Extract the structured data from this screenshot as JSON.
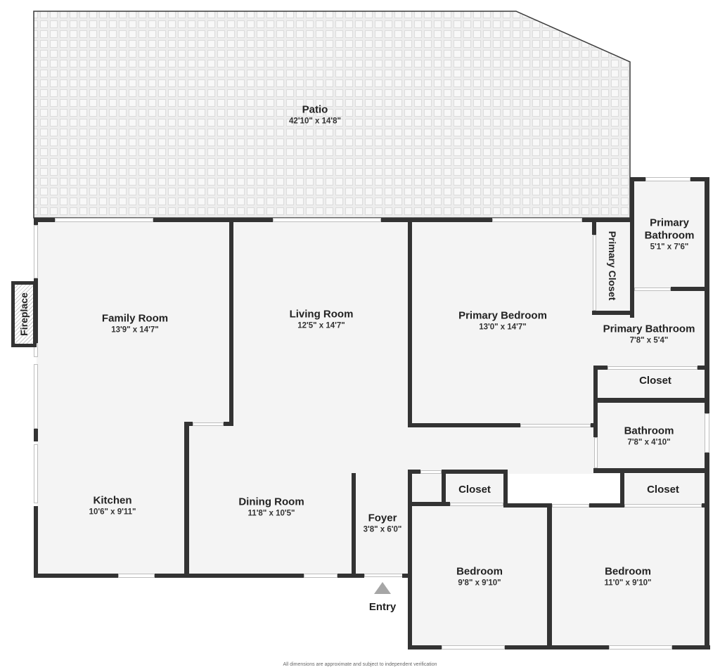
{
  "plan": {
    "rooms": [
      {
        "id": "patio",
        "name": "Patio",
        "dims": "42'10\" x 14'8\""
      },
      {
        "id": "family-room",
        "name": "Family Room",
        "dims": "13'9\" x 14'7\""
      },
      {
        "id": "living-room",
        "name": "Living Room",
        "dims": "12'5\" x 14'7\""
      },
      {
        "id": "primary-bedroom",
        "name": "Primary Bedroom",
        "dims": "13'0\" x 14'7\""
      },
      {
        "id": "primary-bathroom-1",
        "name": "Primary Bathroom",
        "name_line1": "Primary",
        "name_line2": "Bathroom",
        "dims": "5'1\" x 7'6\""
      },
      {
        "id": "primary-bathroom-2",
        "name": "Primary Bathroom",
        "dims": "7'8\" x 5'4\""
      },
      {
        "id": "primary-closet",
        "name": "Primary Closet"
      },
      {
        "id": "closet-1",
        "name": "Closet"
      },
      {
        "id": "bathroom",
        "name": "Bathroom",
        "dims": "7'8\" x 4'10\""
      },
      {
        "id": "closet-2",
        "name": "Closet"
      },
      {
        "id": "closet-3",
        "name": "Closet"
      },
      {
        "id": "kitchen",
        "name": "Kitchen",
        "dims": "10'6\" x 9'11\""
      },
      {
        "id": "dining-room",
        "name": "Dining Room",
        "dims": "11'8\" x 10'5\""
      },
      {
        "id": "foyer",
        "name": "Foyer",
        "dims": "3'8\" x 6'0\""
      },
      {
        "id": "bedroom-1",
        "name": "Bedroom",
        "dims": "9'8\" x 9'10\""
      },
      {
        "id": "bedroom-2",
        "name": "Bedroom",
        "dims": "11'0\" x 9'10\""
      }
    ],
    "fireplace_label": "Fireplace",
    "entry_label": "Entry",
    "footer_note": "All dimensions are approximate and subject to independent verification"
  },
  "colors": {
    "wall": "#333333",
    "floor": "#f4f4f4",
    "patio_tile": "#e6e6e6",
    "entry_arrow": "#a6a6a6"
  }
}
